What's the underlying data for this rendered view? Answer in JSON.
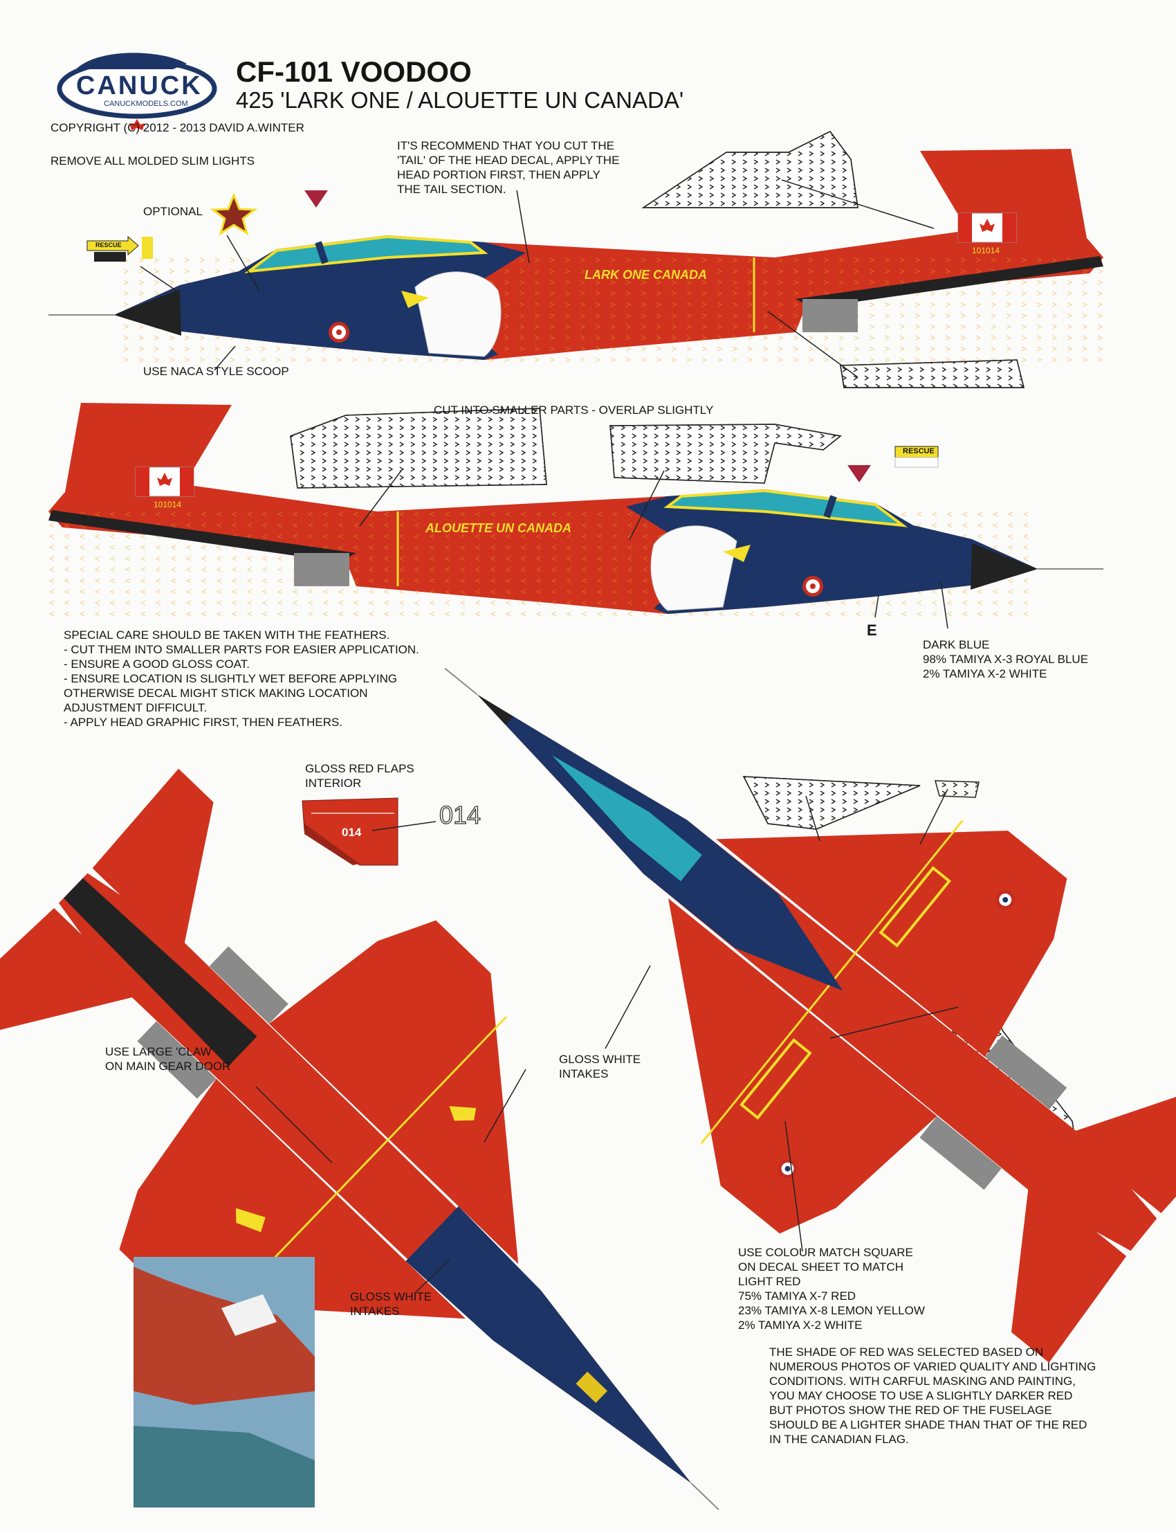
{
  "header": {
    "logo_text": "CANUCK",
    "logo_url": "CANUCKMODELS.COM",
    "title": "CF-101 VOODOO",
    "subtitle": "425 'LARK ONE / ALOUETTE UN CANADA'",
    "copyright": "COPYRIGHT (C) 2012 - 2013 DAVID A.WINTER"
  },
  "notes": {
    "remove_lights": "REMOVE ALL MOLDED SLIM LIGHTS",
    "recommend": [
      "IT'S RECOMMEND THAT YOU CUT THE",
      "'TAIL' OF THE HEAD DECAL, APPLY THE",
      "HEAD PORTION FIRST, THEN APPLY",
      "THE TAIL SECTION."
    ],
    "optional": "OPTIONAL",
    "naca": "USE NACA STYLE SCOOP",
    "cut_parts": "CUT INTO SMALLER PARTS - OVERLAP SLIGHTLY",
    "special_care": [
      "SPECIAL CARE SHOULD BE TAKEN WITH THE FEATHERS.",
      "- CUT THEM INTO SMALLER PARTS FOR EASIER APPLICATION.",
      "- ENSURE A GOOD GLOSS COAT.",
      "- ENSURE LOCATION IS SLIGHTLY WET BEFORE APPLYING",
      "OTHERWISE DECAL MIGHT STICK MAKING LOCATION",
      "ADJUSTMENT DIFFICULT.",
      "- APPLY HEAD GRAPHIC FIRST, THEN FEATHERS."
    ],
    "dark_blue": [
      "DARK BLUE",
      "98% TAMIYA X-3 ROYAL BLUE",
      "2% TAMIYA X-2 WHITE"
    ],
    "flaps": [
      "GLOSS RED FLAPS",
      "INTERIOR"
    ],
    "flap_number": "014",
    "claw": [
      "USE LARGE 'CLAW'",
      "ON MAIN GEAR DOOR"
    ],
    "intakes_right": [
      "GLOSS WHITE",
      "INTAKES"
    ],
    "intakes_bottom": [
      "GLOSS WHITE",
      "INTAKES"
    ],
    "light_red": [
      "USE COLOUR MATCH SQUARE",
      "ON DECAL SHEET TO MATCH",
      "LIGHT RED",
      "75% TAMIYA X-7 RED",
      "23% TAMIYA X-8 LEMON YELLOW",
      "2% TAMIYA X-2 WHITE"
    ],
    "shade": [
      "THE SHADE OF RED WAS SELECTED BASED ON",
      "NUMEROUS PHOTOS OF VARIED QUALITY AND LIGHTING",
      "CONDITIONS. WITH CARFUL MASKING AND PAINTING,",
      "YOU MAY CHOOSE TO USE A SLIGHTLY DARKER RED",
      "BUT PHOTOS SHOW THE RED OF THE FUSELAGE",
      "SHOULD BE A LIGHTER SHADE THAN THAT OF THE RED",
      "IN THE CANADIAN FLAG."
    ]
  },
  "aircraft": {
    "left_side_name": "LARK ONE CANADA",
    "right_side_name": "ALOUETTE UN CANADA",
    "serial": "101014",
    "rescue": "RESCUE",
    "stencil_e": "E"
  },
  "colors": {
    "red": "#d0321e",
    "dark_blue": "#1c3566",
    "canopy": "#2aa8b8",
    "yellow": "#f3df2a",
    "black": "#222222",
    "gray": "#8a8a8a"
  }
}
